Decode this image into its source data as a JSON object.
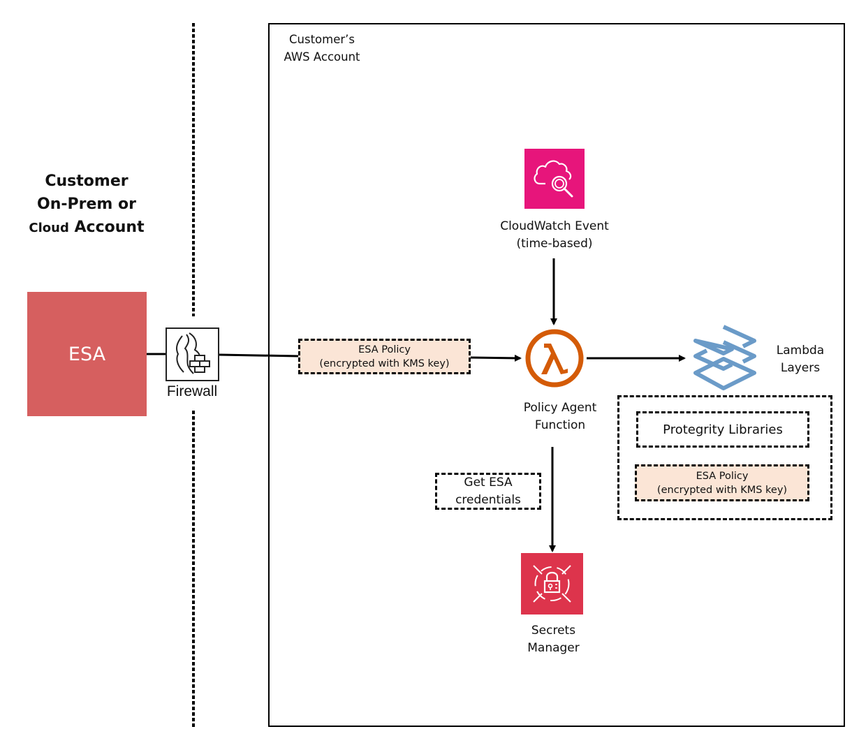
{
  "onprem": {
    "title_line1": "Customer",
    "title_line2": "On-Prem or",
    "title_line3_small": "Cloud",
    "title_line3_big": "Account"
  },
  "aws_account": {
    "title_line1": "Customer’s",
    "title_line2": "AWS Account"
  },
  "nodes": {
    "esa": {
      "label": "ESA",
      "color": "#d65f5f"
    },
    "firewall": {
      "label": "Firewall",
      "icon": "firewall-icon"
    },
    "policy_in_transit": {
      "line1": "ESA Policy",
      "line2": "(encrypted with KMS key)",
      "fill": "#fbe5d6"
    },
    "cloudwatch": {
      "line1": "CloudWatch Event",
      "line2": "(time-based)",
      "icon": "cloudwatch-icon",
      "color": "#e7157b"
    },
    "lambda": {
      "line1": "Policy Agent",
      "line2": "Function",
      "icon": "lambda-icon",
      "color": "#d45b07"
    },
    "lambda_layers": {
      "line1": "Lambda",
      "line2": "Layers",
      "icon": "layers-icon",
      "color": "#6b9bc8"
    },
    "layers_group": {
      "libraries": "Protegrity Libraries",
      "policy_line1": "ESA Policy",
      "policy_line2": "(encrypted with KMS key)"
    },
    "credentials_note": {
      "line1": "Get ESA",
      "line2": "credentials"
    },
    "secrets_manager": {
      "line1": "Secrets",
      "line2": "Manager",
      "icon": "secrets-manager-icon",
      "color": "#dd344c"
    }
  },
  "edges": [
    {
      "from": "esa",
      "to": "firewall"
    },
    {
      "from": "firewall",
      "to": "policy_in_transit"
    },
    {
      "from": "policy_in_transit",
      "to": "lambda",
      "arrow": true
    },
    {
      "from": "cloudwatch",
      "to": "lambda",
      "arrow": true
    },
    {
      "from": "lambda",
      "to": "lambda_layers",
      "arrow": true
    },
    {
      "from": "lambda",
      "to": "secrets_manager",
      "arrow": true,
      "label": "Get ESA credentials"
    }
  ]
}
